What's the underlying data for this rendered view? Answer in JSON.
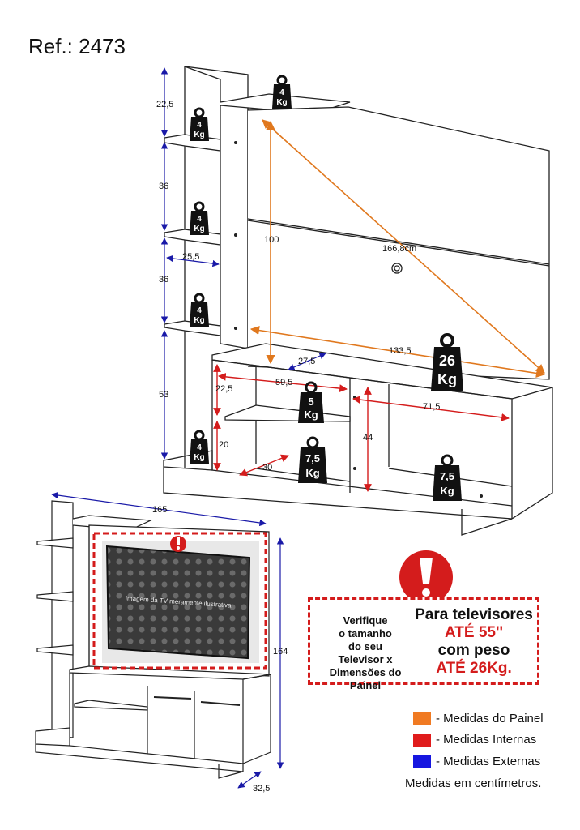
{
  "reference": "Ref.: 2473",
  "dimensions": {
    "d_22_5_top": "22,5",
    "d_36_a": "36",
    "d_36_b": "36",
    "d_25_5": "25,5",
    "d_53": "53",
    "d_100": "100",
    "d_166_8": "166,8cm",
    "d_133_5": "133,5",
    "d_27_5": "27,5",
    "d_59_5": "59,5",
    "d_71_5": "71,5",
    "d_22_5_inner": "22,5",
    "d_20": "20",
    "d_44": "44",
    "d_30": "30",
    "d_165": "165",
    "d_164": "164",
    "d_32_5": "32,5"
  },
  "weights": {
    "kg_unit": "Kg",
    "top_shelf": "4",
    "left_shelf_1": "4",
    "left_shelf_2": "4",
    "left_shelf_3": "4",
    "left_bottom": "4",
    "panel": "26",
    "middle_shelf": "5",
    "lower_center": "7,5",
    "lower_right": "7,5"
  },
  "tv_caption": "Imagem da TV meramente ilustrativa",
  "warning": {
    "left_lines": [
      "Verifique",
      "o tamanho",
      "do seu",
      "Televisor x",
      "Dimensões do Painel"
    ],
    "line1": "Para televisores",
    "line2": "ATÉ 55''",
    "line3": "com peso",
    "line4": "ATÉ 26Kg."
  },
  "legend": {
    "items": [
      {
        "label": "- Medidas do Painel",
        "color": "#f07a22"
      },
      {
        "label": "- Medidas Internas",
        "color": "#e01c1c"
      },
      {
        "label": "- Medidas Externas",
        "color": "#1616e0"
      }
    ],
    "note": "Medidas em centímetros."
  },
  "colors": {
    "panel": "#e0781e",
    "internal": "#d41c1c",
    "external": "#1a1aa8",
    "line": "#222222"
  }
}
